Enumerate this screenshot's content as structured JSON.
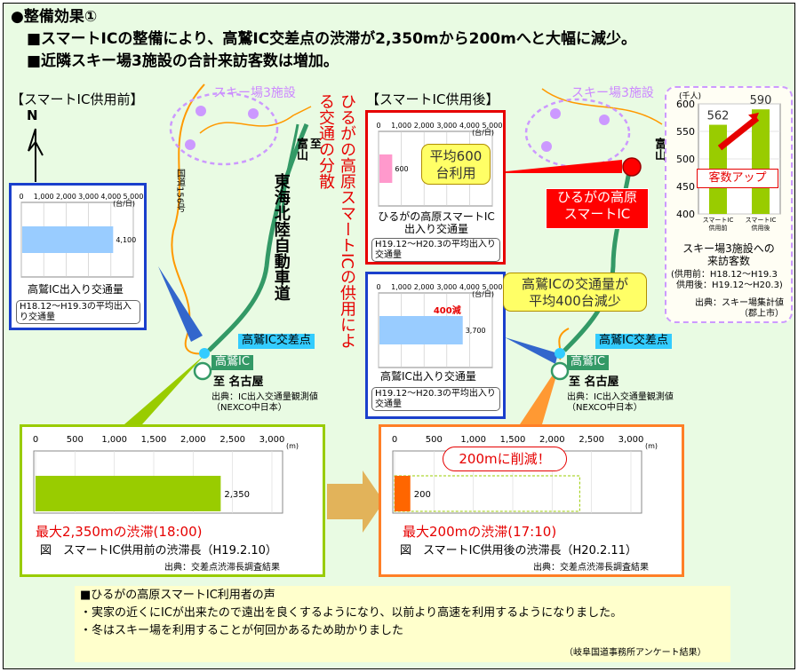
{
  "header": {
    "title": "●整備効果①",
    "line1": "■スマートICの整備により、高鷲IC交差点の渋滞が2,350mから200mへと大幅に減少。",
    "line2": "■近隣スキー場3施設の合計来訪客数は増加。"
  },
  "map_labels": {
    "before_title": "【スマートIC供用前】",
    "after_title": "【スマートIC供用後】",
    "north": "N",
    "ski_before": "スキー場3施設",
    "ski_after": "スキー場3施設",
    "route156": "国道156号",
    "to_toyama": "至\n富山",
    "expressway": "東海北陸自動車道",
    "vertical_note": "ひるがの高原スマートICの供用による交通の分散",
    "ic_before": "高鷲IC",
    "ic_after": "高鷲IC",
    "jct_before": "高鷲IC交差点",
    "jct_after": "高鷲IC交差点",
    "to_nagoya_before": "至 名古屋",
    "to_nagoya_after": "至 名古屋",
    "src_before": "出典：IC出入交通量観測値\n（NEXCO中日本）",
    "src_after": "出典：IC出入交通量観測値\n（NEXCO中日本）",
    "smart_ic_label": "ひるがの高原\nスマートIC"
  },
  "callouts": {
    "avg600": "平均600\n台利用",
    "decrease400": "高鷲ICの交通量が\n平均400台減少",
    "reduced200": "200mに削減！",
    "increase": "客数アップ"
  },
  "chart_data": [
    {
      "type": "bar",
      "orientation": "horizontal",
      "unit": "(台/日)",
      "xticks": [
        "0",
        "1,000",
        "2,000",
        "3,000",
        "4,000",
        "5,000"
      ],
      "xlim": [
        0,
        5000
      ],
      "categories": [
        "高鷲IC"
      ],
      "values": [
        4100
      ],
      "value_labels": [
        "4,100"
      ],
      "caption": "高鷲IC出入り交通量",
      "note": "H18.12～H19.3の平均出入り交通量",
      "color": "#99ccff"
    },
    {
      "type": "bar",
      "orientation": "horizontal",
      "unit": "(台/日)",
      "xticks": [
        "0",
        "1,000",
        "2,000",
        "3,000",
        "4,000",
        "5,000"
      ],
      "xlim": [
        0,
        5000
      ],
      "categories": [
        "ひるがの高原スマートIC"
      ],
      "values": [
        600
      ],
      "value_labels": [
        "600"
      ],
      "caption": "ひるがの高原スマートIC\n出入り交通量",
      "note": "H19.12～H20.3の平均出入り交通量",
      "color": "#ff99cc"
    },
    {
      "type": "bar",
      "orientation": "horizontal",
      "unit": "(台/日)",
      "xticks": [
        "0",
        "1,000",
        "2,000",
        "3,000",
        "4,000",
        "5,000"
      ],
      "xlim": [
        0,
        5000
      ],
      "categories": [
        "高鷲IC"
      ],
      "values": [
        3700
      ],
      "value_labels": [
        "3,700"
      ],
      "annotation": "400減",
      "caption": "高鷲IC出入り交通量",
      "note": "H19.12～H20.3の平均出入り交通量",
      "color": "#99ccff"
    },
    {
      "type": "bar",
      "orientation": "vertical",
      "ylabel": "(千人)",
      "ylim": [
        400,
        600
      ],
      "yticks": [
        "600",
        "550",
        "500",
        "450",
        "400"
      ],
      "categories": [
        "スマートIC\n供用前",
        "スマートIC\n供用後"
      ],
      "values": [
        562,
        590
      ],
      "value_labels": [
        "562",
        "590"
      ],
      "caption": "スキー場3施設への\n来訪客数",
      "period_before": "(供用前：H18.12～H19.3",
      "period_after": "供用後：H19.12～H20.3)",
      "source": "出典：スキー場集計値\n（郡上市）",
      "color": "#99cc00"
    },
    {
      "type": "bar",
      "orientation": "horizontal",
      "unit": "(m)",
      "xticks": [
        "0",
        "500",
        "1,000",
        "1,500",
        "2,000",
        "2,500",
        "3,000"
      ],
      "xlim": [
        0,
        3000
      ],
      "values": [
        2350
      ],
      "value_labels": [
        "2,350"
      ],
      "annotation": "最大2,350mの渋滞(18:00)",
      "caption": "図　スマートIC供用前の渋滞長（H19.2.10）",
      "source": "出典：交差点渋滞長調査結果",
      "color": "#99cc00"
    },
    {
      "type": "bar",
      "orientation": "horizontal",
      "unit": "(m)",
      "xticks": [
        "0",
        "500",
        "1,000",
        "1,500",
        "2,000",
        "2,500",
        "3,000"
      ],
      "xlim": [
        0,
        3000
      ],
      "values": [
        200
      ],
      "value_labels": [
        "200"
      ],
      "previous_value": 2350,
      "annotation": "最大200mの渋滞(17:10)",
      "caption": "図　スマートIC供用後の渋滞長（H20.2.11）",
      "source": "出典：交差点渋滞長調査結果",
      "color": "#ff6600"
    }
  ],
  "voices": {
    "title": "■ひるがの高原スマートIC利用者の声",
    "item1": "・実家の近くにICが出来たので遠出を良くするようになり、以前より高速を利用するようになりました。",
    "item2": "・冬はスキー場を利用することが何回かあるため助かりました",
    "source": "（岐阜国道事務所アンケート結果）"
  }
}
